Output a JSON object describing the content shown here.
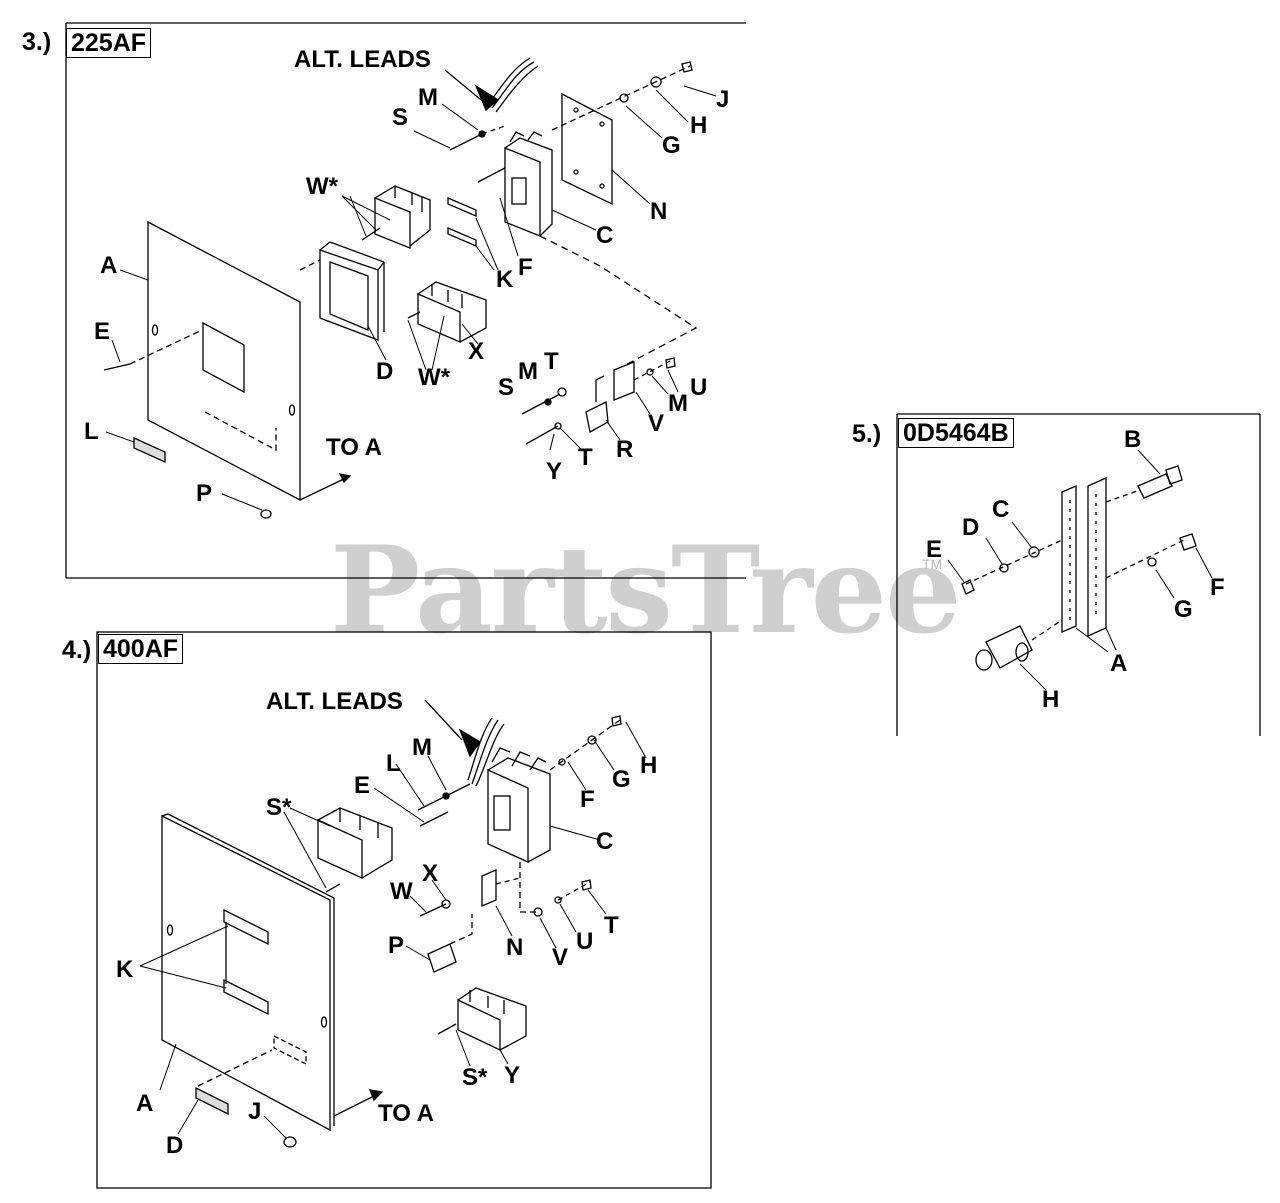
{
  "watermark": {
    "text": "PartsTree",
    "mark": "TM"
  },
  "sections": [
    {
      "number": "3.)",
      "tag": "225AF",
      "labels": {
        "alt_leads": "ALT. LEADS",
        "M": "M",
        "S": "S",
        "J": "J",
        "H": "H",
        "G": "G",
        "W_star": "W*",
        "N": "N",
        "C": "C",
        "A": "A",
        "F": "F",
        "K": "K",
        "E": "E",
        "D": "D",
        "X": "X",
        "W_star_2": "W*",
        "S2": "S",
        "M2": "M",
        "T": "T",
        "U": "U",
        "M3": "M",
        "V": "V",
        "L": "L",
        "TO_A": "TO A",
        "P": "P",
        "Y": "Y",
        "T2": "T",
        "R": "R"
      }
    },
    {
      "number": "4.)",
      "tag": "400AF",
      "labels": {
        "alt_leads": "ALT. LEADS",
        "M": "M",
        "L": "L",
        "H": "H",
        "E": "E",
        "G": "G",
        "F": "F",
        "S_star": "S*",
        "C": "C",
        "X": "X",
        "W": "W",
        "T": "T",
        "K": "K",
        "P": "P",
        "N": "N",
        "U": "U",
        "V": "V",
        "A": "A",
        "TO_A": "TO A",
        "S_star_2": "S*",
        "Y": "Y",
        "J": "J",
        "D": "D"
      }
    },
    {
      "number": "5.)",
      "tag": "0D5464B",
      "labels": {
        "B": "B",
        "C": "C",
        "D": "D",
        "E": "E",
        "F": "F",
        "G": "G",
        "A": "A",
        "H": "H"
      }
    }
  ]
}
